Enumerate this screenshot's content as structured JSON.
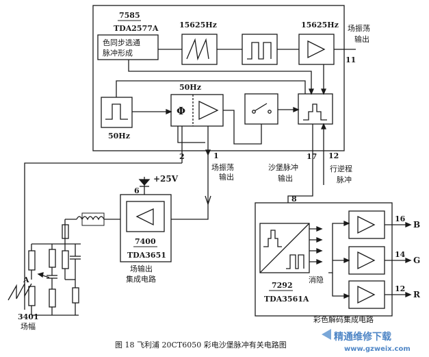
{
  "tda2577": {
    "part_number": "7585",
    "model": "TDA2577A",
    "sync_block_line1": "色同步选通",
    "sync_block_line2": "脉冲形成",
    "freq_ramp": "15625Hz",
    "freq_amp": "15625Hz",
    "freq_pulse": "50Hz",
    "freq_osc": "50Hz",
    "phi_symbol": "Φ"
  },
  "pins": {
    "p11": "11",
    "p2": "2",
    "p1": "1",
    "p17": "17",
    "p12": "12",
    "p6": "6",
    "p8": "8",
    "p16": "16",
    "p14": "14",
    "p12b": "12"
  },
  "labels": {
    "h_osc_line1": "场振荡",
    "h_osc_line2": "输出",
    "v_osc_line1": "场振荡",
    "v_osc_line2": "输出",
    "sandcastle_line1": "沙堡脉冲",
    "sandcastle_line2": "输出",
    "flyback_line1": "行逆程",
    "flyback_line2": "脉冲",
    "supply": "+25V",
    "blanking": "消隐",
    "out_b": "B",
    "out_g": "G",
    "out_r": "R",
    "amplitude_pot": "3401",
    "amplitude_label": "场幅",
    "point_a": "A"
  },
  "tda3651": {
    "part_number": "7400",
    "model": "TDA3651",
    "desc_line1": "场输出",
    "desc_line2": "集成电路"
  },
  "tda3561": {
    "part_number": "7292",
    "model": "TDA3561A",
    "desc": "彩色解码集成电路"
  },
  "caption": "图 18 飞利浦 20CT6050 彩电沙堡脉冲有关电路图",
  "watermark": {
    "title": "精通维修下载",
    "url": "www.gzweix.com"
  }
}
